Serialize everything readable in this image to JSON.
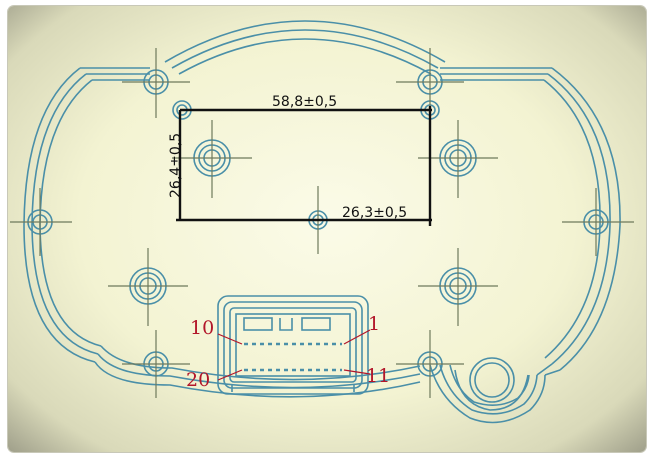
{
  "diagram": {
    "dimensions": {
      "width": "58,8±0,5",
      "height": "26,4±0,5",
      "offset": "26,3±0,5"
    },
    "pins": {
      "top_left": "10",
      "top_right": "1",
      "bottom_left": "20",
      "bottom_right": "11"
    },
    "colors": {
      "outline": "#4a8fa8",
      "centerline": "#6e7a5c",
      "dimension": "#111111",
      "pin_label": "#b2162a",
      "background": "#f6f6dc"
    }
  }
}
